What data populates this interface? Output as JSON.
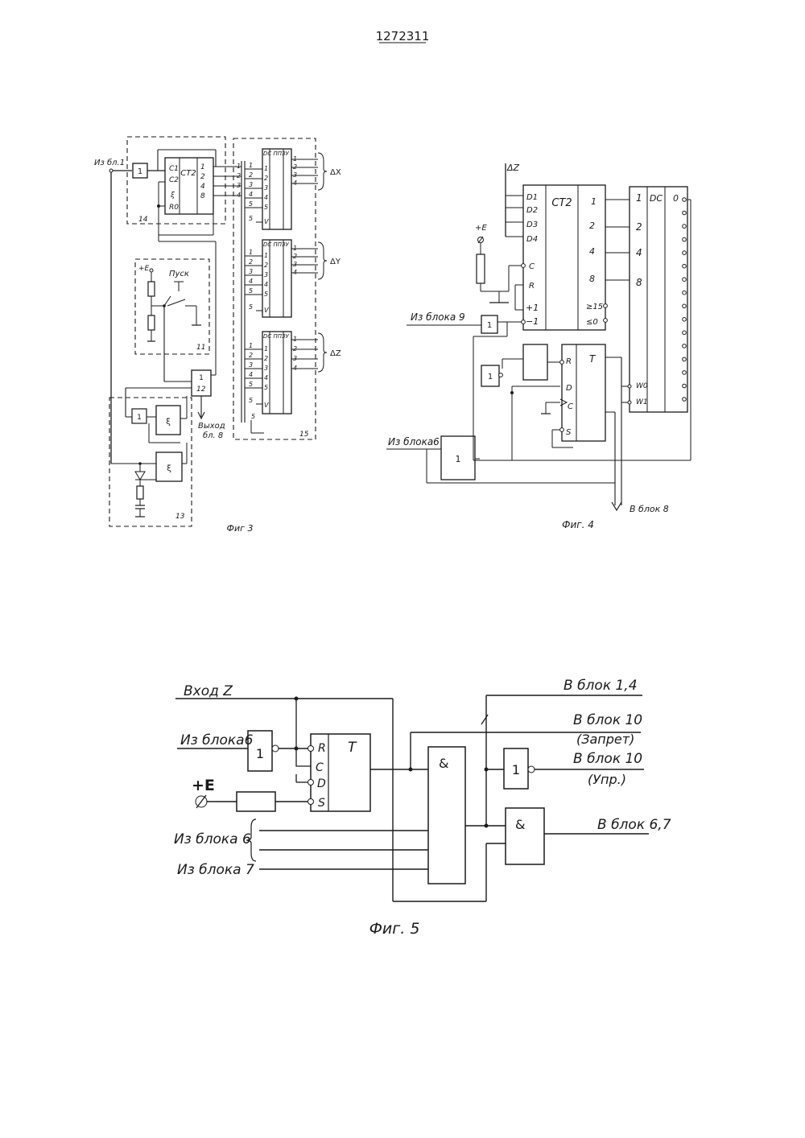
{
  "page": {
    "patent_number": "1272311"
  },
  "fig3": {
    "caption": "Фиг 3",
    "input_label": "Из бл.1",
    "output_label_1": "Выход",
    "output_label_2": "бл. 8",
    "start_label": "Пуск",
    "supply_label": "+E",
    "block_numbers": [
      "14",
      "11",
      "12",
      "13",
      "15"
    ],
    "ct2_label": "CT2",
    "ct2_inputs": [
      "C1",
      "C2",
      "ξ",
      "R0"
    ],
    "ct2_outputs": [
      "1",
      "2",
      "4",
      "8"
    ],
    "inverter_label": "1",
    "or_label": "1",
    "delay_label": "ξ",
    "dc_header": "DC ППЗУ",
    "dc_inputs": [
      "1",
      "2",
      "3",
      "4",
      "5"
    ],
    "dc_outputs": [
      "1",
      "2",
      "3",
      "4"
    ],
    "enable_label": "5",
    "enable_pin": "V",
    "bus_delta_labels": [
      "ΔX",
      "ΔY",
      "ΔZ"
    ]
  },
  "fig4": {
    "caption": "Фиг. 4",
    "bus_label": "ΔZ",
    "supply_label": "+E",
    "input_block9": "Из блока 9",
    "input_block6": "Из блока6",
    "output_label": "В блок 8",
    "ct2_label": "CT2",
    "ct2_left_pins": [
      "D1",
      "D2",
      "D3",
      "D4",
      "C",
      "R",
      "+1",
      "−1"
    ],
    "ct2_right_pins": [
      "1",
      "2",
      "4",
      "8",
      "≥15",
      "≤0"
    ],
    "dc_label": "DC",
    "dc_zero": "0",
    "dc_inputs": [
      "1",
      "2",
      "4",
      "8"
    ],
    "dc_w_labels": [
      "W0",
      "W1"
    ],
    "trigger_label": "T",
    "trigger_pins": [
      "R",
      "D",
      "C",
      "S"
    ],
    "gate_label": "1"
  },
  "fig5": {
    "caption": "Фиг. 5",
    "input_z": "Вход Z",
    "input_block6_top": "Из блока6",
    "supply_label": "+E",
    "input_block6_bottom": "Из блока 6",
    "input_block7": "Из блока 7",
    "out_block14": "В блок 1,4",
    "out_block10_a": "В блок 10",
    "out_block10_a_note": "(Запрет)",
    "out_block10_b": "В блок 10",
    "out_block10_b_note": "(Упр.)",
    "out_block67": "В блок 6,7",
    "trigger_label": "T",
    "trigger_pins": [
      "R",
      "C",
      "D",
      "S"
    ],
    "and_label": "&",
    "not_label": "1"
  }
}
